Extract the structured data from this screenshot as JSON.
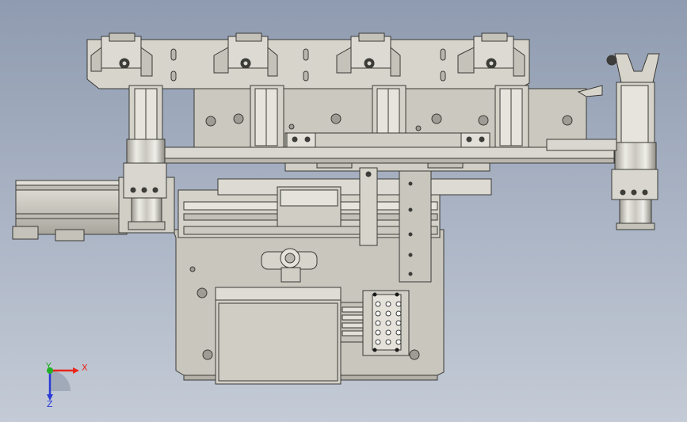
{
  "view": {
    "triad": {
      "x_label": "X",
      "y_label": "Y",
      "z_label": "Z",
      "x_color": "#e8261c",
      "y_color": "#21b025",
      "z_color": "#2a3ad6"
    },
    "colors": {
      "background_top": "#8f9bb0",
      "background_bottom": "#c4cbd6",
      "part_fill": "#cdcbc1",
      "part_fill_light": "#e1dfd7",
      "part_shadow": "#a9a79e",
      "edge": "#3a3a36"
    }
  }
}
